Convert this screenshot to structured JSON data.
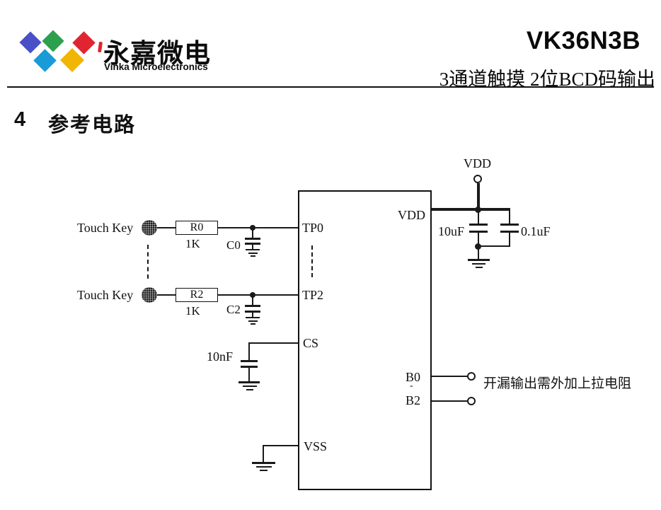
{
  "colors": {
    "line": "#1a1a1a",
    "logo_blue": "#4a50c6",
    "logo_green": "#2ca04c",
    "logo_red": "#e02531",
    "logo_cyan": "#189bd7",
    "logo_yellow": "#f1b503"
  },
  "header": {
    "logo_cn": "永嘉微电",
    "logo_en": "Vinka Microelectronics",
    "part_number": "VK36N3B",
    "subtitle": "3通道触摸 2位BCD码输出"
  },
  "section": {
    "number": "4",
    "title": "参考电路"
  },
  "circuit": {
    "rows": [
      {
        "key_label": "Touch Key",
        "resistor": "R0",
        "resistor_value": "1K",
        "cap": "C0",
        "pin": "TP0"
      },
      {
        "key_label": "Touch Key",
        "resistor": "R2",
        "resistor_value": "1K",
        "cap": "C2",
        "pin": "TP2"
      }
    ],
    "cs": {
      "cap_value": "10nF",
      "pin": "CS"
    },
    "vss": {
      "pin": "VSS"
    },
    "vdd": {
      "net_label": "VDD",
      "pin": "VDD",
      "cap1": "10uF",
      "cap2": "0.1uF"
    },
    "outputs": {
      "pin_top": "B0",
      "range_dash": "-",
      "pin_bottom": "B2",
      "note": "开漏输出需外加上拉电阻"
    }
  }
}
